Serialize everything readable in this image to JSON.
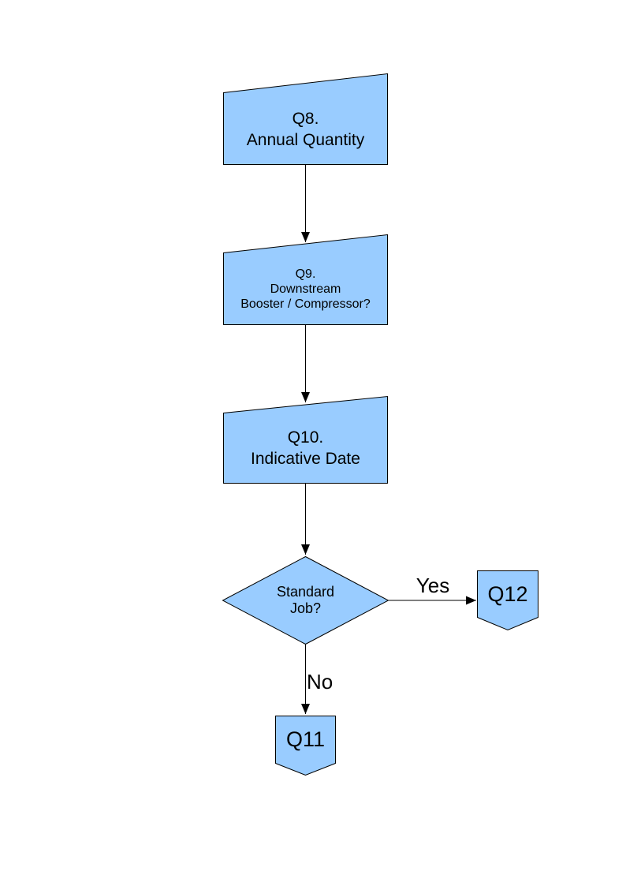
{
  "diagram": {
    "nodes": {
      "q8": {
        "label": "Q8.\nAnnual Quantity",
        "shape": "manual-input"
      },
      "q9": {
        "label": "Q9.\nDownstream\nBooster / Compressor?",
        "shape": "manual-input"
      },
      "q10": {
        "label": "Q10.\nIndicative Date",
        "shape": "manual-input"
      },
      "standard_job": {
        "label": "Standard\nJob?",
        "shape": "decision"
      },
      "q12": {
        "label": "Q12",
        "shape": "off-page-connector"
      },
      "q11": {
        "label": "Q11",
        "shape": "off-page-connector"
      }
    },
    "edges": [
      {
        "from": "q8",
        "to": "q9",
        "label": ""
      },
      {
        "from": "q9",
        "to": "q10",
        "label": ""
      },
      {
        "from": "q10",
        "to": "standard_job",
        "label": ""
      },
      {
        "from": "standard_job",
        "to": "q12",
        "label": "Yes"
      },
      {
        "from": "standard_job",
        "to": "q11",
        "label": "No"
      }
    ],
    "colors": {
      "node_fill": "#99CCFF",
      "node_border": "#000000",
      "connector": "#000000",
      "text": "#000000",
      "page_background": "#FFFFFF"
    }
  }
}
